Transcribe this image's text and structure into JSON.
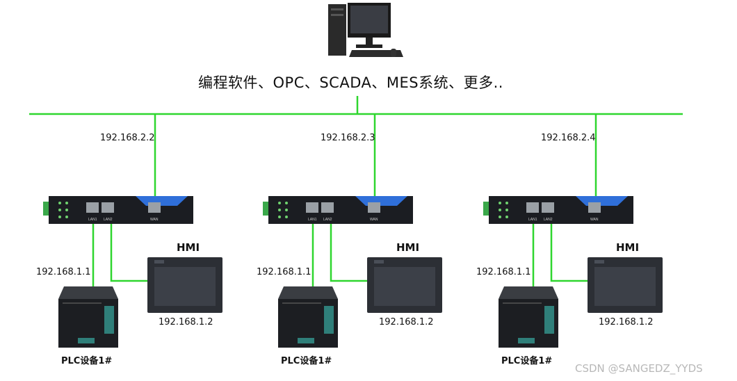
{
  "header": {
    "systems_text": "编程软件、OPC、SCADA、MES系统、更多.."
  },
  "colors": {
    "network_line": "#2ed62e",
    "gateway_body": "#1b1d22",
    "gateway_accent": "#2f6fd9"
  },
  "gateways": [
    {
      "uplink_ip": "192.168.2.2",
      "plc_ip": "192.168.1.1",
      "hmi_label": "HMI",
      "hmi_ip": "192.168.1.2",
      "plc_label": "PLC设备1#",
      "port_labels": [
        "LAN1",
        "LAN2",
        "WAN"
      ]
    },
    {
      "uplink_ip": "192.168.2.3",
      "plc_ip": "192.168.1.1",
      "hmi_label": "HMI",
      "hmi_ip": "192.168.1.2",
      "plc_label": "PLC设备1#",
      "port_labels": [
        "LAN1",
        "LAN2",
        "WAN"
      ]
    },
    {
      "uplink_ip": "192.168.2.4",
      "plc_ip": "192.168.1.1",
      "hmi_label": "HMI",
      "hmi_ip": "192.168.1.2",
      "plc_label": "PLC设备1#",
      "port_labels": [
        "LAN1",
        "LAN2",
        "WAN"
      ]
    }
  ],
  "watermark": "CSDN @SANGEDZ_YYDS"
}
